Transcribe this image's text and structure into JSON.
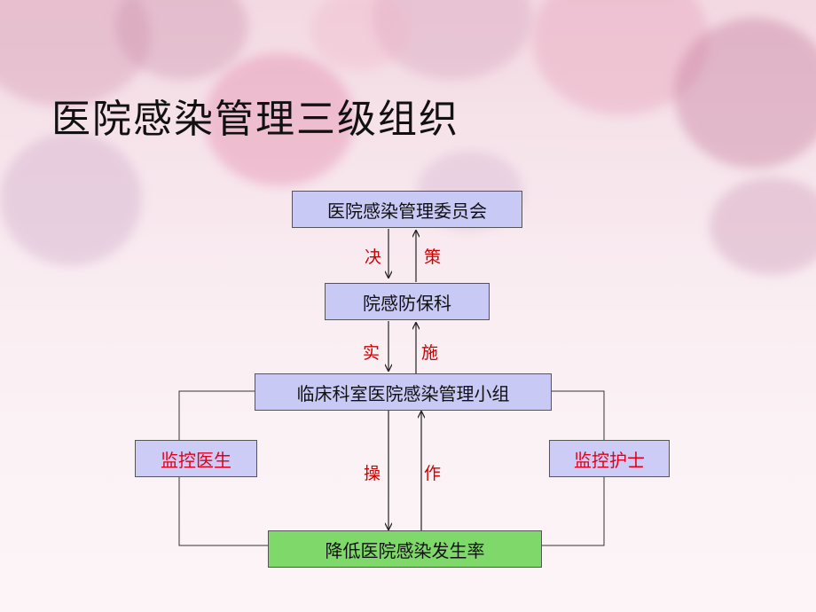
{
  "slide": {
    "title": "医院感染管理三级组织"
  },
  "diagram": {
    "nodes": {
      "committee": "医院感染管理委员会",
      "department": "院感防保科",
      "clinical_group": "临床科室医院感染管理小组",
      "target": "降低医院感染发生率",
      "monitor_doctor": "监控医生",
      "monitor_nurse": "监控护士"
    },
    "edge_labels": {
      "decide": "决",
      "policy": "策",
      "carry": "实",
      "implement": "施",
      "operate": "操",
      "act": "作"
    },
    "colors": {
      "top_boxes": "#c9c9f5",
      "target_box": "#7fd86a",
      "label_red": "#cc0000"
    }
  }
}
